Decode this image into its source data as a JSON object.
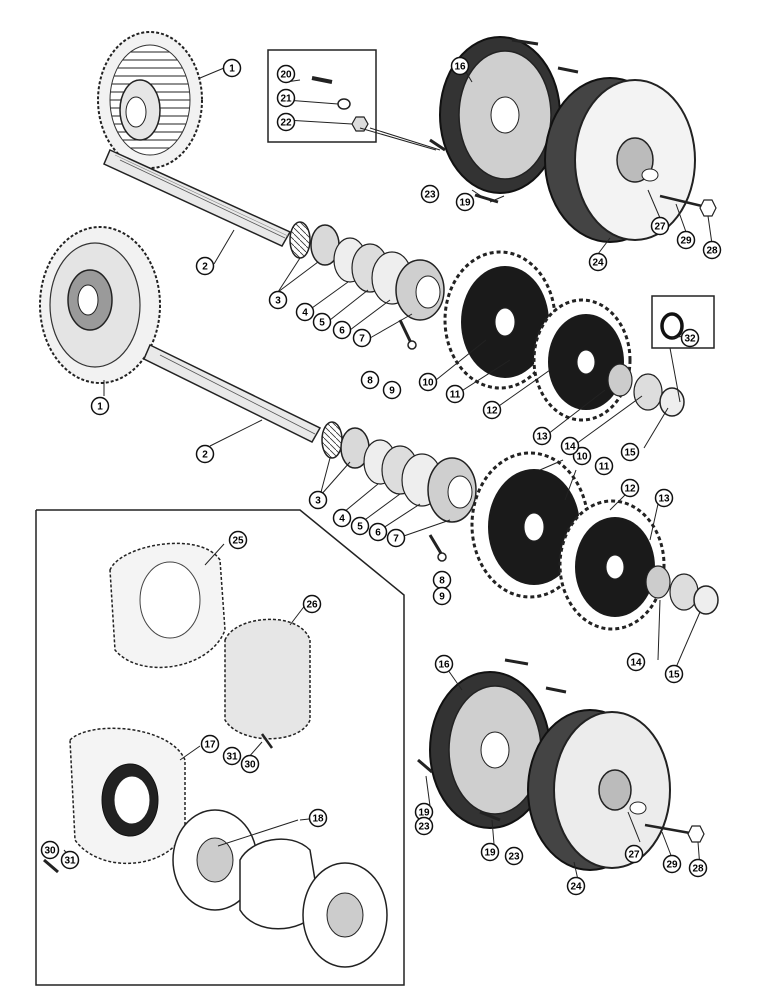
{
  "callouts": {
    "c1a": "1",
    "c1b": "1",
    "c2a": "2",
    "c2b": "2",
    "c3a": "3",
    "c3b": "3",
    "c4a": "4",
    "c4b": "4",
    "c5a": "5",
    "c5b": "5",
    "c6a": "6",
    "c6b": "6",
    "c7a": "7",
    "c7b": "7",
    "c8a": "8",
    "c8b": "8",
    "c9a": "9",
    "c9b": "9",
    "c10a": "10",
    "c10b": "10",
    "c11a": "11",
    "c11b": "11",
    "c12a": "12",
    "c12b": "12",
    "c13a": "13",
    "c13b": "13",
    "c14a": "14",
    "c14b": "14",
    "c15a": "15",
    "c15b": "15",
    "c16a": "16",
    "c16b": "16",
    "c17": "17",
    "c18": "18",
    "c19a": "19",
    "c19b": "19",
    "c19c": "19",
    "c20": "20",
    "c21": "21",
    "c22": "22",
    "c23a": "23",
    "c23b": "23",
    "c23c": "23",
    "c24a": "24",
    "c24b": "24",
    "c25": "25",
    "c26": "26",
    "c27a": "27",
    "c27b": "27",
    "c28a": "28",
    "c28b": "28",
    "c29a": "29",
    "c29b": "29",
    "c30a": "30",
    "c30b": "30",
    "c31a": "31",
    "c31b": "31",
    "c32": "32"
  }
}
